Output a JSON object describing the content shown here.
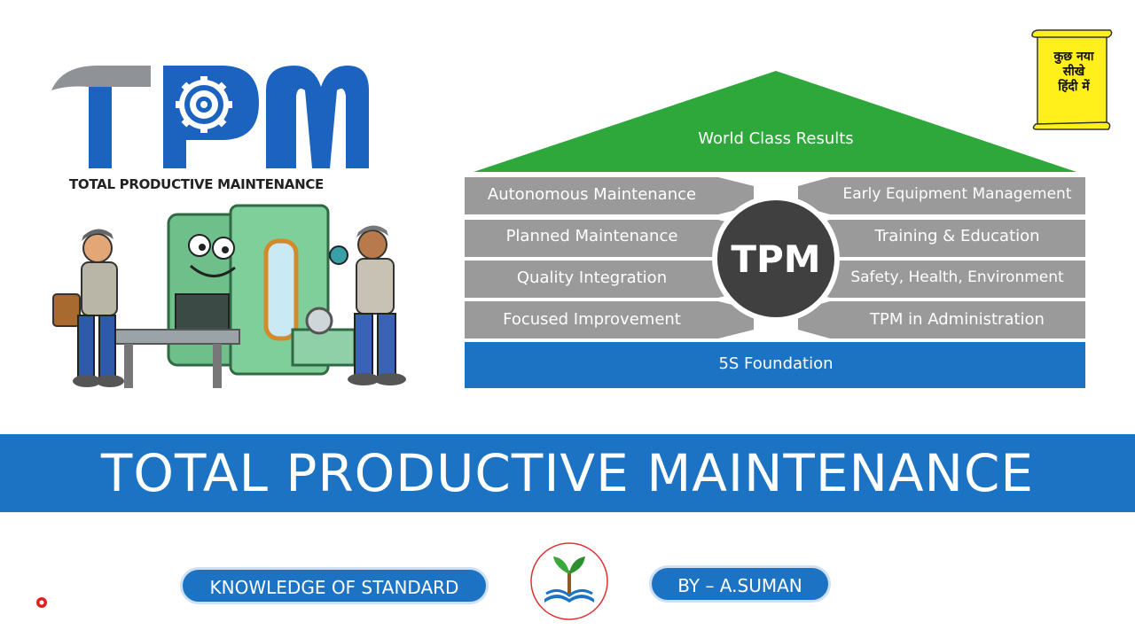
{
  "logo": {
    "title_letters": [
      "T",
      "P",
      "M"
    ],
    "subtitle": "TOTAL PRODUCTIVE MAINTENANCE"
  },
  "badge": {
    "lines": [
      "कुछ नया",
      "सीखे",
      "हिंदी में"
    ]
  },
  "house": {
    "roof_label": "World Class Results",
    "center_label": "TPM",
    "left_pillars": [
      "Autonomous Maintenance",
      "Planned Maintenance",
      "Quality Integration",
      "Focused Improvement"
    ],
    "right_pillars": [
      "Early Equipment Management",
      "Training & Education",
      "Safety, Health, Environment",
      "TPM in Administration"
    ],
    "foundation_label": "5S Foundation",
    "colors": {
      "roof": "#2ea83a",
      "pillar": "#9a9a9a",
      "center": "#404040",
      "foundation": "#1c73c4"
    }
  },
  "banner": {
    "title": "TOTAL PRODUCTIVE MAINTENANCE",
    "color": "#1c73c4"
  },
  "footer": {
    "left_pill": "KNOWLEDGE OF STANDARD",
    "right_pill": "BY – A.SUMAN"
  }
}
